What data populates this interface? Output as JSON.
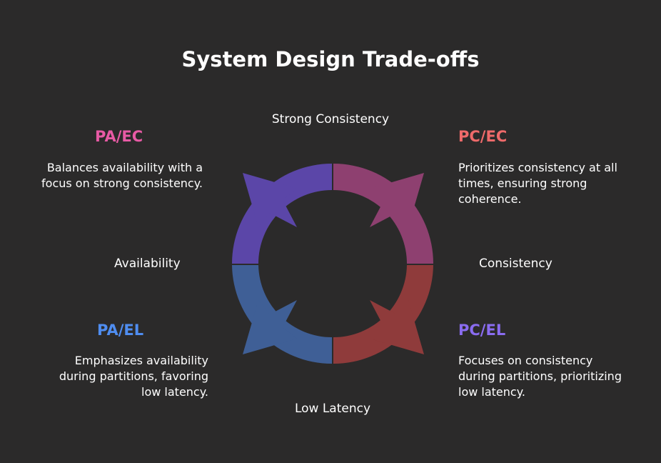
{
  "title": "System Design Trade-offs",
  "axes": {
    "top": "Strong Consistency",
    "bottom": "Low Latency",
    "left": "Availability",
    "right": "Consistency"
  },
  "quadrants": {
    "pa_ec": {
      "title": "PA/EC",
      "description": "Balances availability with a focus on strong consistency.",
      "color": "#5b46a8"
    },
    "pc_ec": {
      "title": "PC/EC",
      "description": "Prioritizes consistency at all times, ensuring strong coherence.",
      "color": "#8e4070"
    },
    "pa_el": {
      "title": "PA/EL",
      "description": "Emphasizes availability during partitions, favoring low latency.",
      "color": "#3f5f96"
    },
    "pc_el": {
      "title": "PC/EL",
      "description": "Focuses on consistency during partitions, prioritizing low latency.",
      "color": "#8f3b3b"
    }
  }
}
